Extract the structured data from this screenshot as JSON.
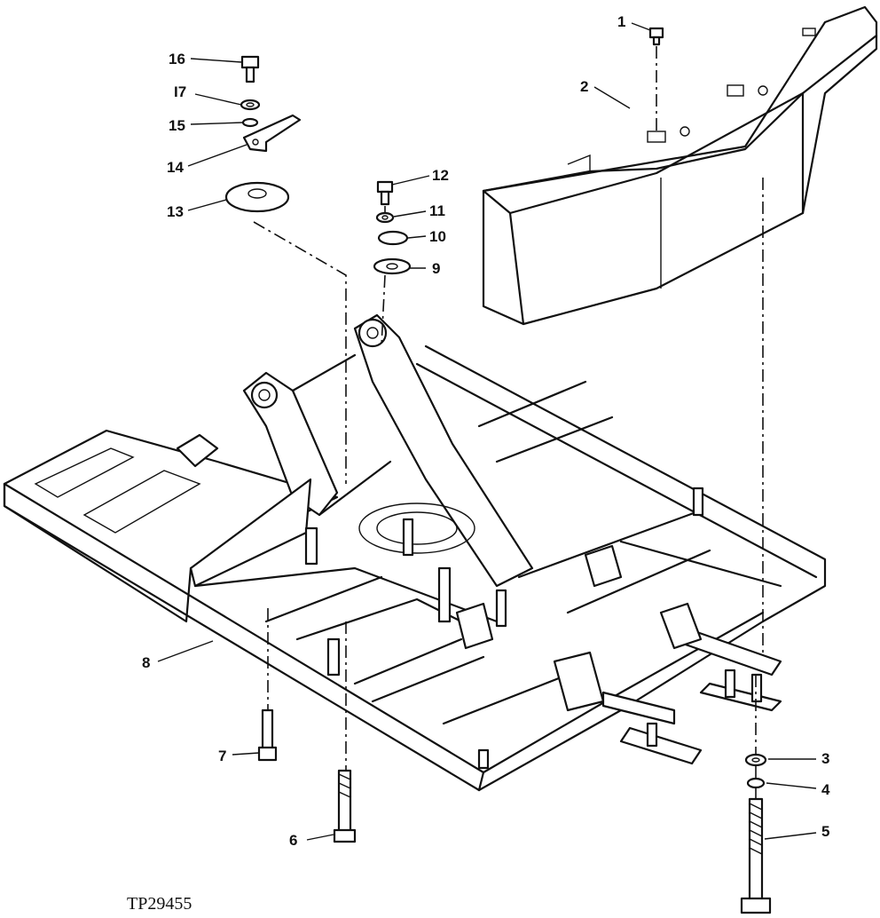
{
  "figure_code": "TP29455",
  "callouts": [
    "1",
    "2",
    "3",
    "4",
    "5",
    "6",
    "7",
    "8",
    "9",
    "10",
    "11",
    "12",
    "13",
    "14",
    "15",
    "16",
    "I7"
  ],
  "colors": {
    "ink": "#111111",
    "paper": "#ffffff"
  }
}
